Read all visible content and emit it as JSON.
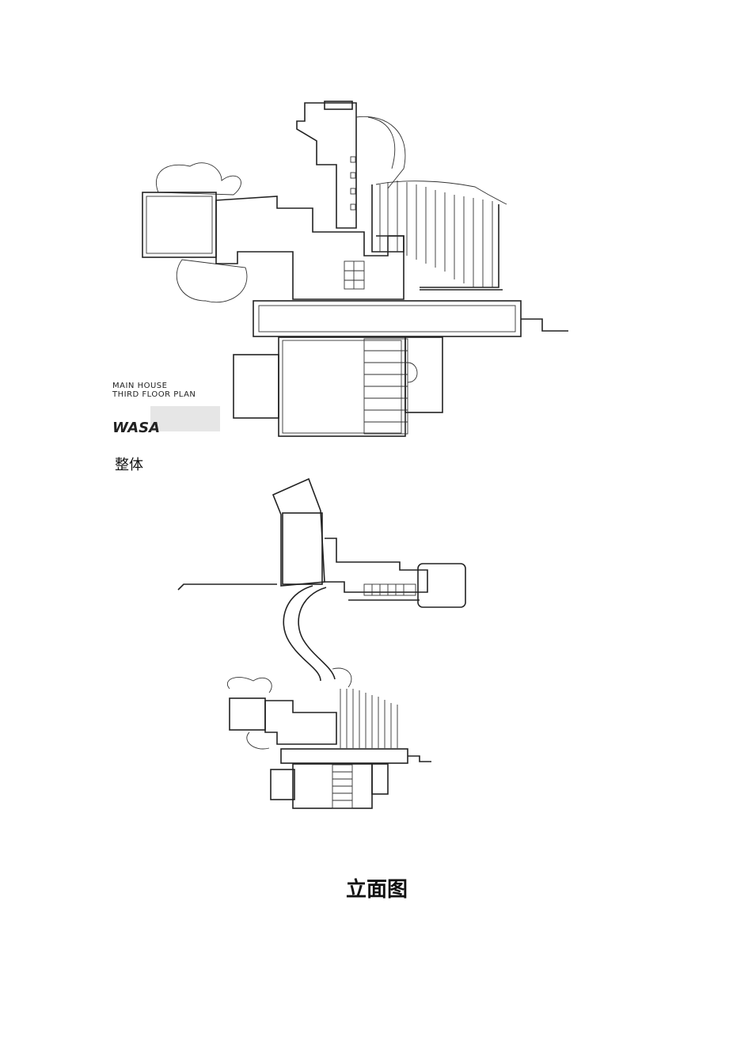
{
  "figure1": {
    "label_line1": "MAIN HOUSE",
    "label_line2": "THIRD FLOOR PLAN",
    "logo": "WASA"
  },
  "caption_overall": "整体",
  "heading_elevation": "立面图"
}
